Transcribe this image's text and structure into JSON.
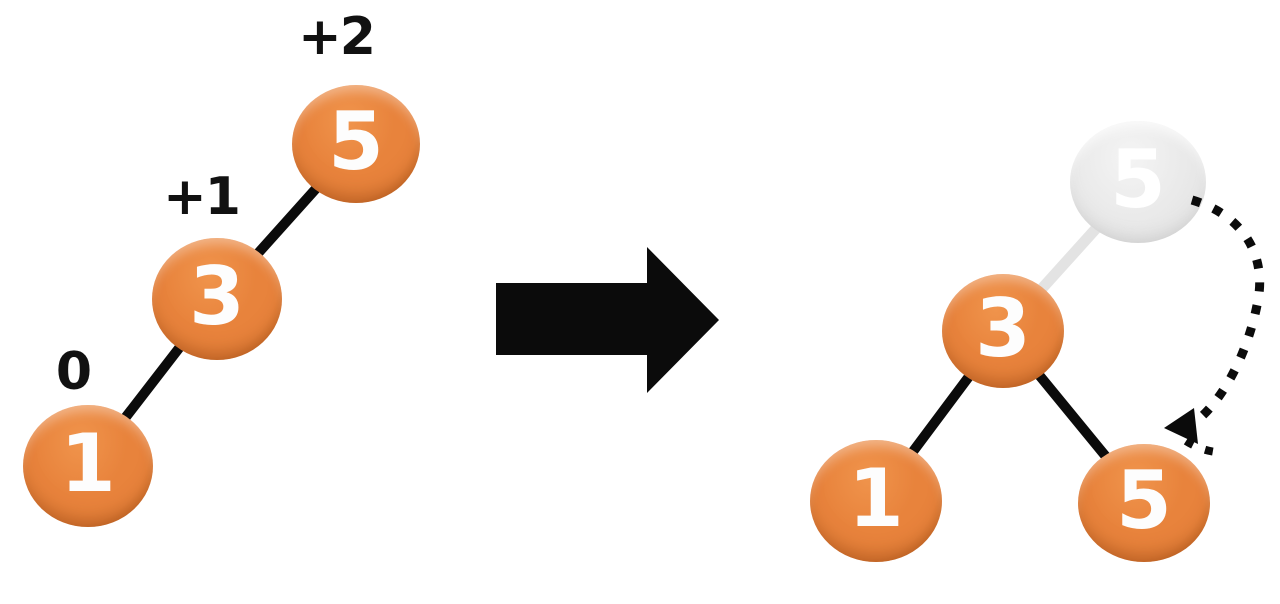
{
  "colors": {
    "node_fill": "#E8833C",
    "node_fill_light": "#F0944C",
    "node_fill_dark": "#C76B24",
    "node_text": "#FDFDFD",
    "ghost_fill": "#E9E9E9",
    "ghost_fill_light": "#F4F4F4",
    "ghost_text": "#FFFFFF",
    "ghost_edge": "#E3E3E3",
    "edge": "#0B0B0B",
    "label_text": "#111111",
    "background": "#FFFFFF"
  },
  "left_tree": {
    "nodes": [
      {
        "value": "1",
        "balance": "0"
      },
      {
        "value": "3",
        "balance": "+1"
      },
      {
        "value": "5",
        "balance": "+2"
      }
    ]
  },
  "right_tree": {
    "root": "3",
    "left_child": "1",
    "right_child": "5",
    "ghost_node": "5"
  },
  "icons": {
    "transform_arrow": "right-arrow",
    "rotation_arrow": "dotted-curved-arrow"
  }
}
